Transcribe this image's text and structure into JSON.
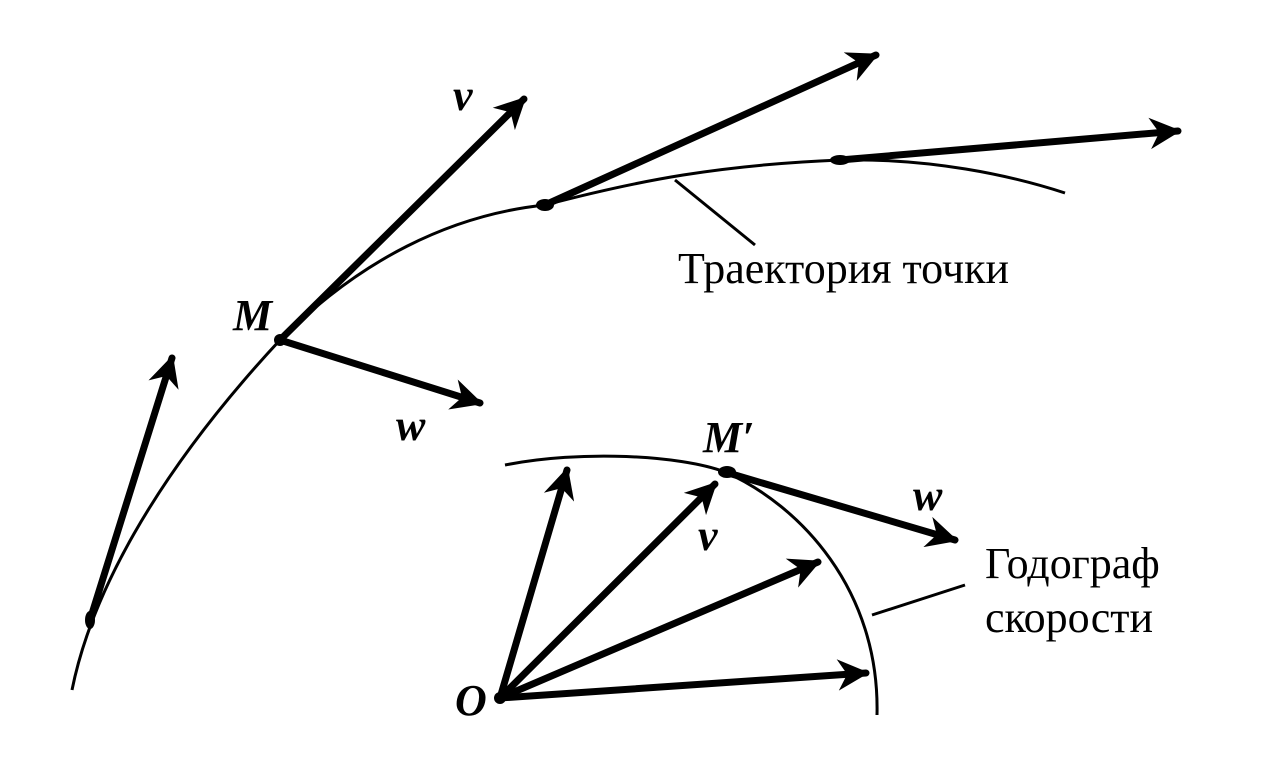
{
  "labels": {
    "v_top": "v",
    "m_point": "M",
    "w_top": "w",
    "trajectory_caption": "Траектория точки",
    "m_prime": "M′",
    "w_hodograph": "w",
    "v_hodograph": "v",
    "origin": "O",
    "hodograph_caption_line1": "Годограф",
    "hodograph_caption_line2": "скорости"
  },
  "colors": {
    "ink": "#000000",
    "background": "#ffffff"
  }
}
